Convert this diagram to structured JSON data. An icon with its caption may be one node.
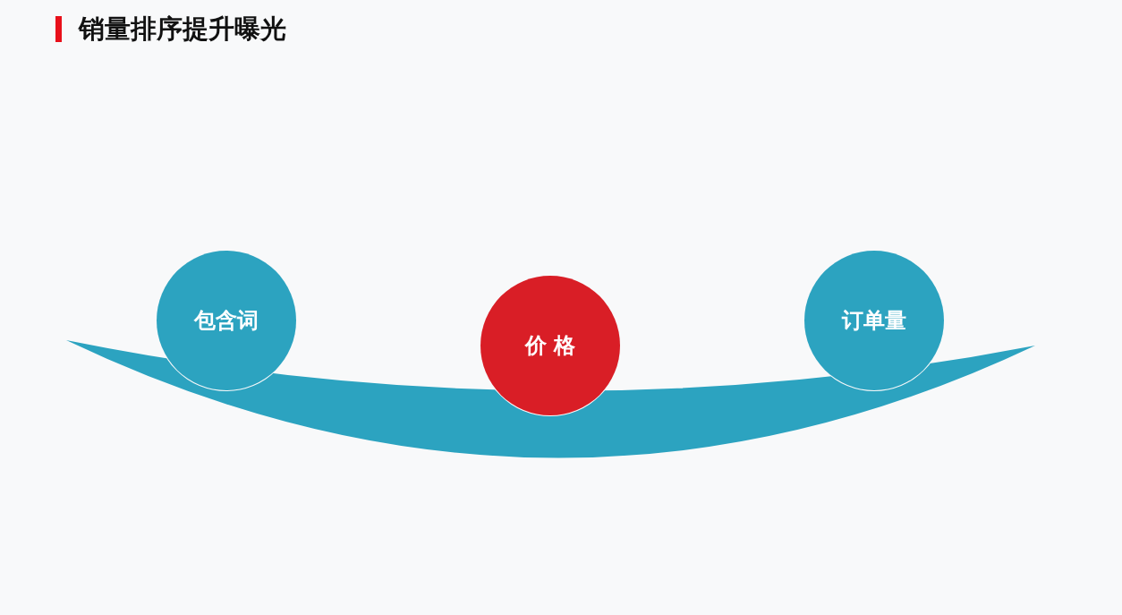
{
  "diagram": {
    "title": "销量排序提升曝光",
    "nodes": [
      {
        "text": [
          "包含词"
        ]
      },
      {
        "text": [
          "价 格"
        ]
      },
      {
        "text": [
          "订单量"
        ]
      },
      {
        "text": [],
        "shape": "crescent"
      }
    ],
    "edges": []
  }
}
